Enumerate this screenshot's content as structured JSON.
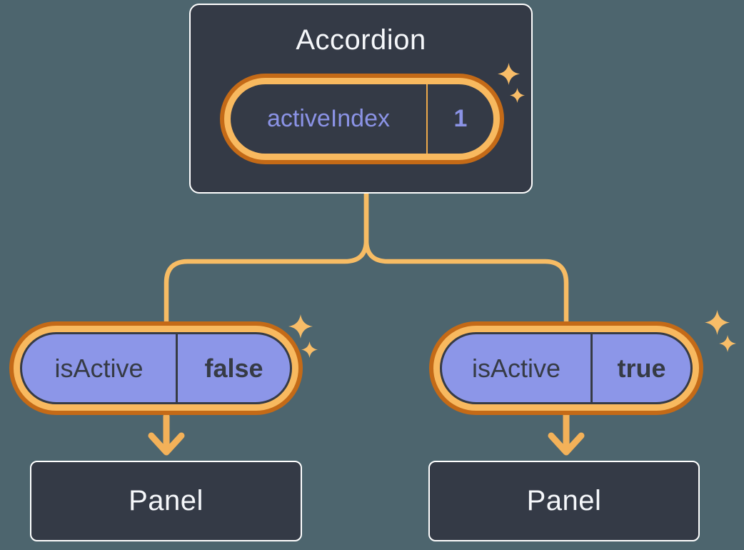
{
  "palette": {
    "background": "#4D656E",
    "node_fill": "#343A46",
    "node_border": "#FFFFFF",
    "ring_gold": "#F8B95F",
    "ring_dark_orange": "#C46A17",
    "connector_gold": "#F7BC64",
    "state_divider_orange": "#EDA94B",
    "prop_purple_fill": "#8C96E8",
    "state_text_purple": "#8B93E6",
    "dark_text": "#363B45",
    "light_text": "#F5F7FA",
    "sparkle_gold": "#F8BD68"
  },
  "icons": {
    "sparkle_icon": "✦ four-point star",
    "arrow_down_icon": "↓ chevron arrow"
  },
  "accordion": {
    "title": "Accordion",
    "state": {
      "name": "activeIndex",
      "value": "1"
    }
  },
  "children": [
    {
      "prop": {
        "name": "isActive",
        "value": "false"
      },
      "panel_label": "Panel"
    },
    {
      "prop": {
        "name": "isActive",
        "value": "true"
      },
      "panel_label": "Panel"
    }
  ]
}
